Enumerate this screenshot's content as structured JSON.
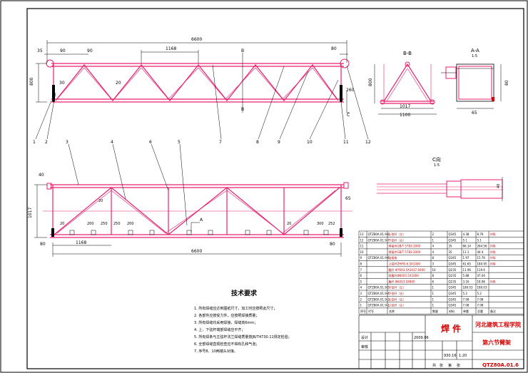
{
  "colors": {
    "member": "#e8206f",
    "dim": "#000000",
    "title_red": "#d40000",
    "frame": "#000000"
  },
  "elevation": {
    "overall_length": "6600",
    "height": "800",
    "panel": "1168",
    "end_a": "90",
    "end_b": "90",
    "left_off": "30",
    "mid_dim": "20",
    "right_off": "80",
    "right_dim": "260",
    "section_mark": "B",
    "section_mark2": "C",
    "pin_label": "35"
  },
  "plan": {
    "overall_length": "6600",
    "width": "1017",
    "left_off": "80",
    "right_off": "80",
    "panel": "1168",
    "gaps": [
      "20",
      "200",
      "250",
      "200",
      "20",
      "300",
      "252"
    ],
    "section_mark": "A",
    "pin_label": "40",
    "side_dim": "65"
  },
  "section_bb": {
    "label": "B-B",
    "inner": "1017",
    "outer": "1100",
    "height": "800"
  },
  "section_aa": {
    "label": "A-A",
    "scale": "1:5",
    "height": "80",
    "width": "65"
  },
  "detail_c": {
    "label": "C向",
    "scale": "1:5",
    "dim": "40"
  },
  "leaders": {
    "top": [
      "1",
      "2",
      "7",
      "8",
      "9",
      "10",
      "11",
      "12"
    ],
    "bottom": [
      "3",
      "4",
      "6",
      "5"
    ]
  },
  "notes": {
    "title": "技术要求",
    "items": [
      "1. 所有焊缝应达到图纸尺寸，加工时应按照此尺寸；",
      "2. 各部件应按受力件，应按照焊接质量；",
      "3. 所有焊缝均采用焊接，焊缝高6mm；",
      "4. 上、下弦杆端部焊缝应平齐；",
      "5. 所有焊条与主弦杆法兰焊缝质量按JB/T4730.11规定检验；",
      "6. 全部焊缝直观检查应不得有孔和气泡；",
      "7. 序号8、10两端头对接。"
    ]
  },
  "bom": {
    "headers": [
      "序号",
      "代号",
      "名称",
      "数量",
      "材料",
      "单重",
      "总重",
      "备注"
    ],
    "rows": [
      [
        "13",
        "QTZ80A.01.9-8",
        "上弦杆（左）",
        "2",
        "Q345",
        "4.38",
        "8.76",
        "外购"
      ],
      [
        "12",
        "QTZ80A.01.9-7",
        "下弦杆（右）",
        "1",
        "Q345",
        "5.1",
        "5.1",
        ""
      ],
      [
        "11",
        "",
        "焊接件GB/T 5783-2000",
        "4",
        "35",
        "66.14",
        "264.56",
        "外购"
      ],
      [
        "10",
        "",
        "焊接件GB/T 5783-2000",
        "4",
        "35",
        "11.1",
        "44.4",
        "外购"
      ],
      [
        "9",
        "QTZ80A.01.9-6",
        "连接板",
        "8",
        "Q345",
        "1.97",
        "15.76",
        "外购"
      ],
      [
        "8",
        "",
        "上弦杆ZHM5-6.5X1000",
        "3",
        "Q345",
        "61.65",
        "184.95",
        "外购"
      ],
      [
        "7",
        "",
        "腹杆 Φ76X4.5X1017-1600",
        "10",
        "Q235",
        "11.96",
        "119.6",
        ""
      ],
      [
        "6",
        "",
        "斜腹杆Φ60X3.5X1000",
        "8",
        "Q235",
        "5.88",
        "47.04",
        ""
      ],
      [
        "5",
        "",
        "腹杆 Φ60X3.5X800",
        "6",
        "Q235",
        "3.16",
        "18.96",
        "外购"
      ],
      [
        "4",
        "QTZ80A.01.9-5",
        "下弦杆（左）",
        "1",
        "Q345",
        "180.03",
        "180.03",
        ""
      ],
      [
        "3",
        "QTZ80A.01.9-4",
        "下弦杆（右）",
        "1",
        "Q345",
        "5.2",
        "5.2",
        ""
      ],
      [
        "2",
        "QTZ80A.01.9-3",
        "上弦杆（右）",
        "1",
        "Q345",
        "7.08",
        "7.08",
        ""
      ],
      [
        "1",
        "QTZ80A.01.9-1",
        "上弦杆（左）",
        "1",
        "Q345",
        "7.08",
        "7.08",
        ""
      ]
    ]
  },
  "title_block": {
    "drawing_name": "焊 件",
    "company": "河北建筑工程学院",
    "part_name": "第六节臂架",
    "drawing_no": "QTZ80A.01.6",
    "weight": "930.16",
    "scale": "1:20",
    "design_row": [
      "设计",
      "",
      "",
      "2009.06"
    ],
    "check_row": [
      "审核",
      "",
      "",
      ""
    ],
    "sheet_row": [
      "共",
      "张",
      "第",
      "张"
    ]
  }
}
